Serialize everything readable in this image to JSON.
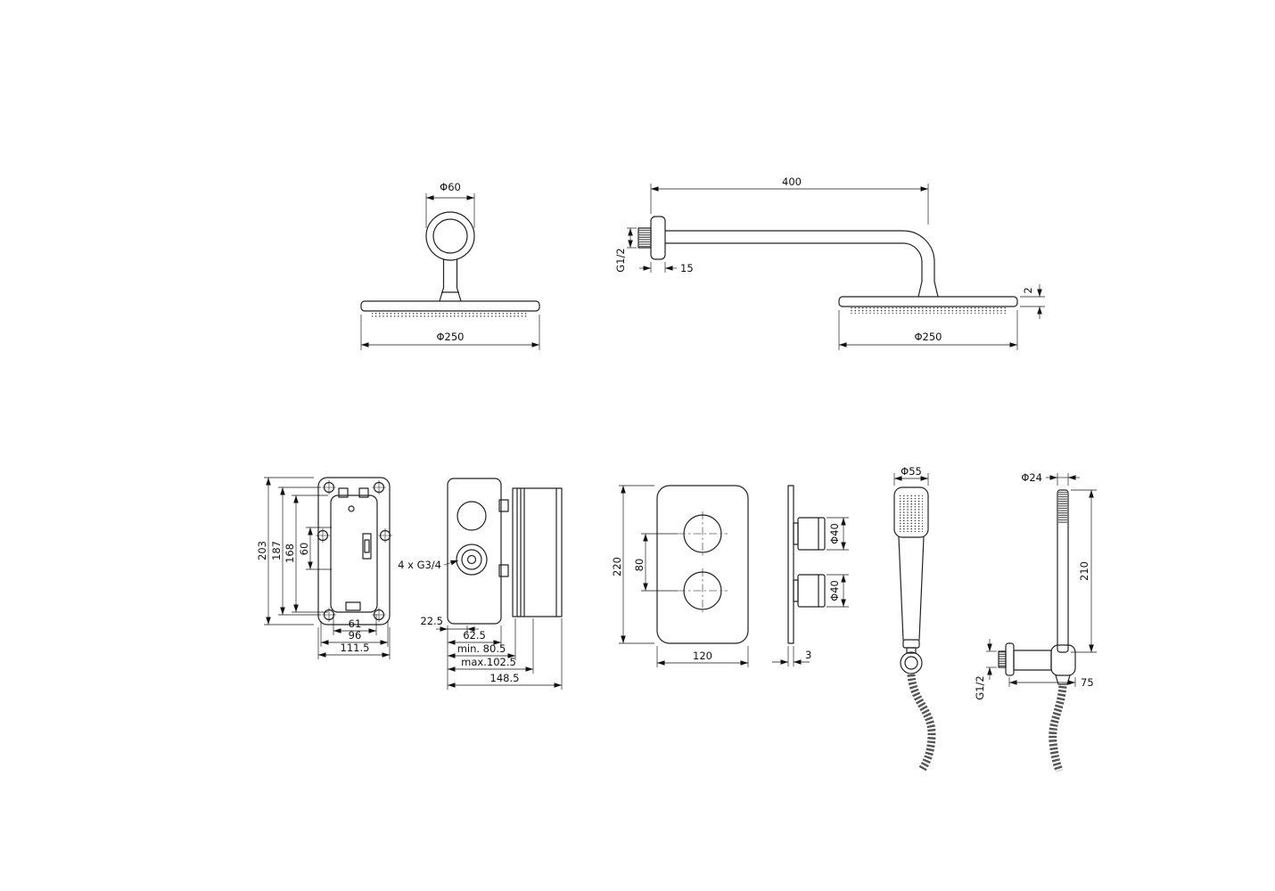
{
  "drawing": {
    "title": "shower-system-technical-drawing",
    "background": "#ffffff",
    "line_color": "#222222",
    "views": {
      "overhead_front": {
        "label": "overhead-shower-front-view",
        "flange_dia": "Φ60",
        "head_dia": "Φ250"
      },
      "overhead_side": {
        "label": "overhead-shower-side-view",
        "arm_length": "400",
        "wall_thread": "G1/2",
        "flange_depth": "15",
        "head_dia": "Φ250",
        "head_thickness": "2"
      },
      "valve_front": {
        "label": "concealed-valve-front-view",
        "total_height": "203",
        "plate_height": "187",
        "body_height": "168",
        "port_offset": "60",
        "inner_width": "61",
        "hole_spacing": "96",
        "total_width": "111.5"
      },
      "valve_side": {
        "label": "concealed-valve-side-view",
        "ports": "4 x G3/4",
        "depth_a": "22.5",
        "depth_b": "62.5",
        "depth_min": "min. 80.5",
        "depth_max": "max.102.5",
        "total_depth": "148.5"
      },
      "trim_front": {
        "label": "trim-plate-front-view",
        "height": "220",
        "handle_spacing": "80",
        "width": "120"
      },
      "trim_side": {
        "label": "trim-plate-side-view",
        "knob_dia_top": "Φ40",
        "knob_dia_bottom": "Φ40",
        "plate_thickness": "3"
      },
      "handshower_front": {
        "label": "hand-shower-front-view",
        "head_dia": "Φ55"
      },
      "handshower_side": {
        "label": "hand-shower-side-view",
        "handle_dia": "Φ24",
        "length": "210",
        "outlet_thread": "G1/2",
        "wall_offset": "75"
      }
    }
  }
}
